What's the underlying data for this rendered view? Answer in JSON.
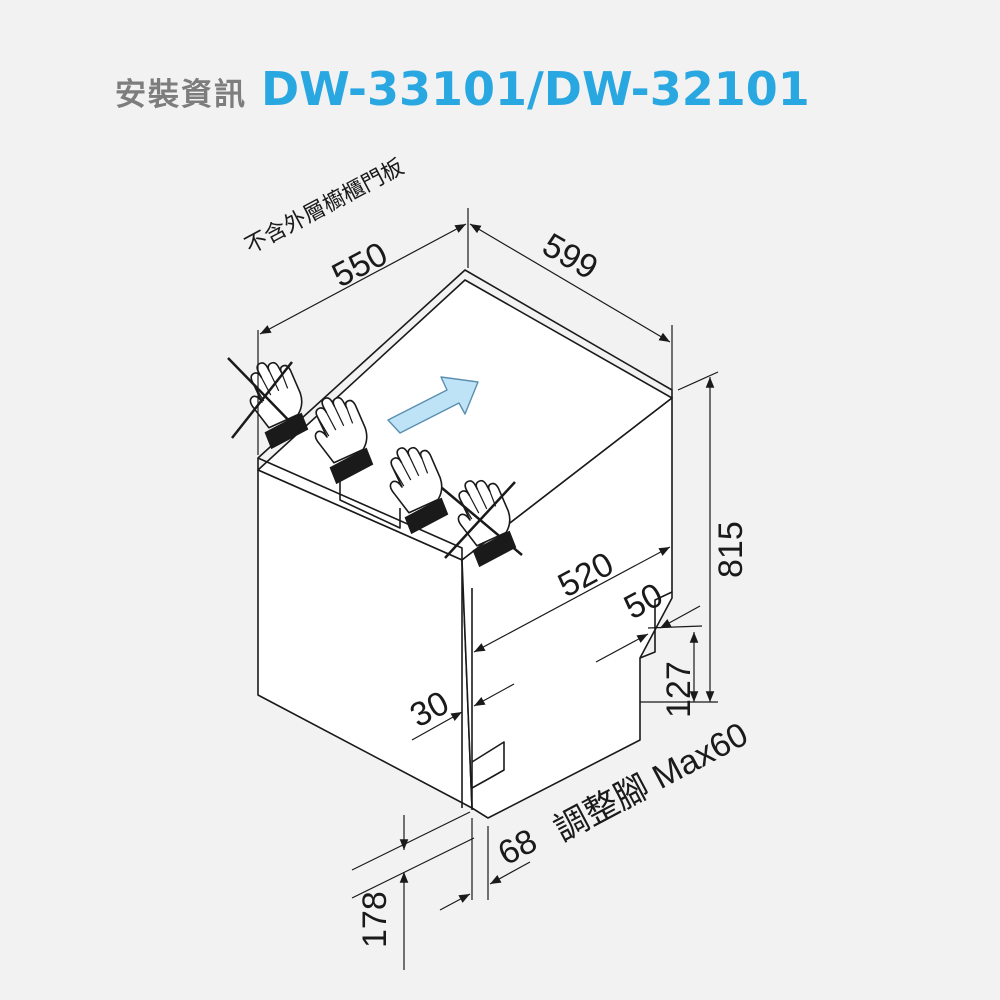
{
  "header": {
    "label": "安裝資訊",
    "model": "DW-33101/DW-32101",
    "label_color": "#7d7d7d",
    "model_color": "#29a7e1"
  },
  "diagram": {
    "note": "不含外層櫥櫃門板",
    "dims": {
      "depth": "550",
      "width": "599",
      "height": "815",
      "inner_width": "520",
      "foot_depth": "50",
      "foot_height": "127",
      "panel_thickness": "30",
      "kick_height": "178",
      "kick_depth": "68",
      "foot_adjust": "調整腳 Max60"
    },
    "icons": [
      "hand-icon",
      "arrow-icon",
      "cross-icon"
    ],
    "arrow_color": "#bfe3f6"
  }
}
